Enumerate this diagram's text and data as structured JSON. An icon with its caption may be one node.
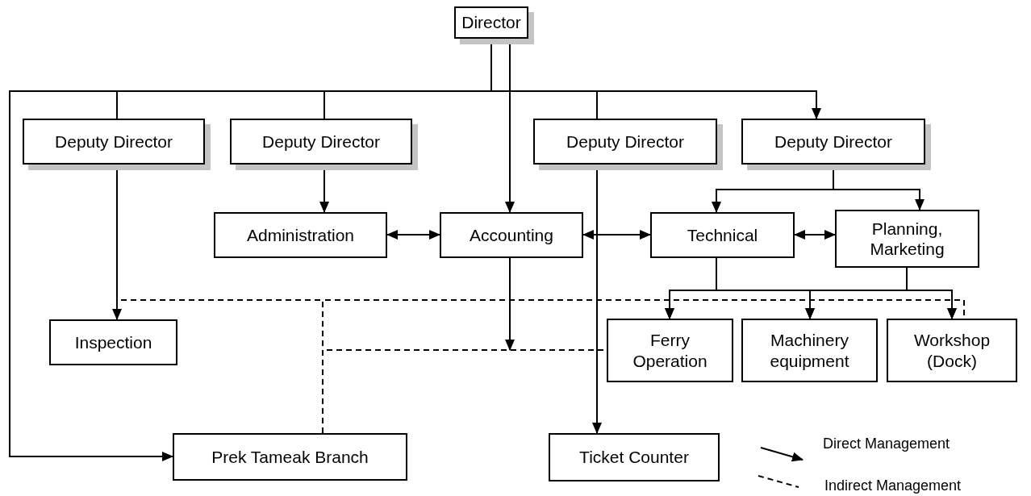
{
  "diagram": {
    "nodes": [
      {
        "text": [
          "Director"
        ]
      },
      {
        "text": [
          "Deputy Director"
        ]
      },
      {
        "text": [
          "Deputy Director"
        ]
      },
      {
        "text": [
          "Deputy Director"
        ]
      },
      {
        "text": [
          "Deputy Director"
        ]
      },
      {
        "text": [
          "Administration"
        ]
      },
      {
        "text": [
          "Accounting"
        ]
      },
      {
        "text": [
          "Technical"
        ]
      },
      {
        "text": [
          "Planning, Marketing"
        ]
      },
      {
        "text": [
          "Inspection"
        ]
      },
      {
        "text": [
          "Ferry Operation"
        ]
      },
      {
        "text": [
          "Machinery equipment"
        ]
      },
      {
        "text": [
          "Workshop (Dock)"
        ]
      },
      {
        "text": [
          "Prek Tameak Branch"
        ]
      },
      {
        "text": [
          "Ticket Counter"
        ]
      }
    ],
    "edges": [
      {
        "from": 0,
        "to": 1,
        "arrow": "none"
      },
      {
        "from": 0,
        "to": 2,
        "arrow": "none"
      },
      {
        "from": 0,
        "to": 3,
        "arrow": "none"
      },
      {
        "from": 0,
        "to": 4,
        "arrow": "to"
      },
      {
        "from": 0,
        "to": 6,
        "arrow": "to"
      },
      {
        "from": 0,
        "to": 13,
        "arrow": "to"
      },
      {
        "from": 1,
        "to": 9,
        "arrow": "to"
      },
      {
        "from": 2,
        "to": 5,
        "arrow": "to"
      },
      {
        "from": 3,
        "to": 14,
        "arrow": "to"
      },
      {
        "from": 4,
        "to": 7,
        "arrow": "to"
      },
      {
        "from": 4,
        "to": 8,
        "arrow": "to"
      },
      {
        "from": 5,
        "to": 6,
        "arrow": "both"
      },
      {
        "from": 6,
        "to": 7,
        "arrow": "both"
      },
      {
        "from": 7,
        "to": 8,
        "arrow": "both"
      },
      {
        "from": 7,
        "to": 10,
        "arrow": "to"
      },
      {
        "from": 7,
        "to": 11,
        "arrow": "to"
      },
      {
        "from": 7,
        "to": 12,
        "arrow": "to"
      },
      {
        "from": 8,
        "to": 10,
        "arrow": "to"
      },
      {
        "from": 8,
        "to": 11,
        "arrow": "to"
      },
      {
        "from": 8,
        "to": 12,
        "arrow": "to"
      },
      {
        "from": 6,
        "to": null,
        "arrow": "to"
      },
      {
        "from": 13,
        "to": 9,
        "arrow": "none",
        "style": "dashed"
      },
      {
        "from": 13,
        "to": 10,
        "arrow": "none",
        "style": "dashed"
      },
      {
        "from": 13,
        "to": 12,
        "arrow": "none",
        "style": "dashed"
      }
    ],
    "legend": [
      {
        "text": "Direct Management"
      },
      {
        "text": "Indirect Management"
      }
    ]
  }
}
